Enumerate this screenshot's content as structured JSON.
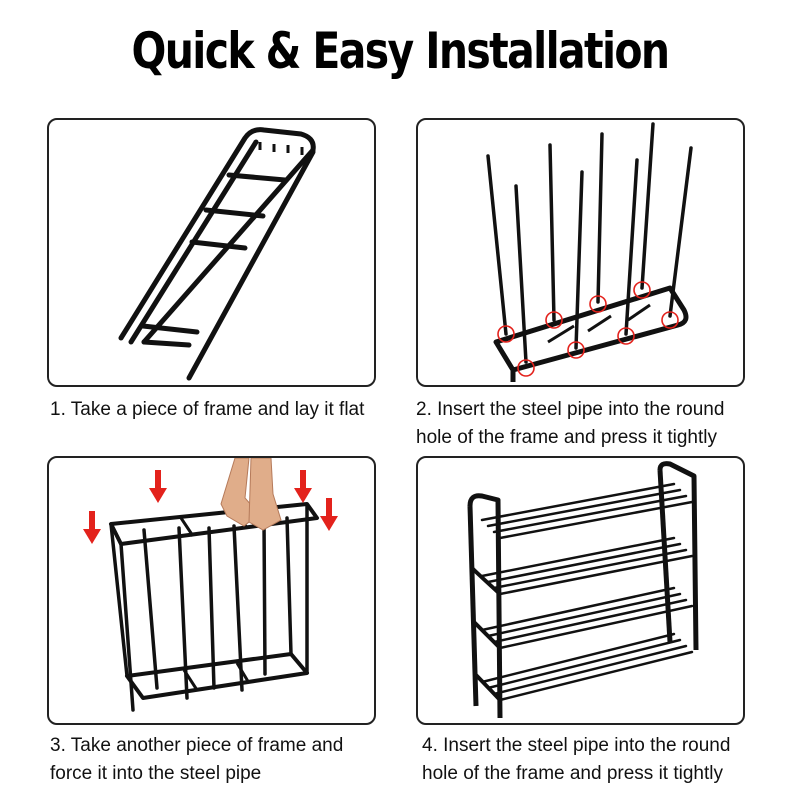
{
  "title": "Quick & Easy Installation",
  "steps": [
    {
      "lines": [
        "1. Take a piece of frame and lay it flat"
      ]
    },
    {
      "lines": [
        "2. Insert the steel pipe into the round",
        "hole of the frame and press it tightly"
      ]
    },
    {
      "lines": [
        "3. Take another piece of frame and",
        "force it into the steel pipe"
      ]
    },
    {
      "lines": [
        "4. Insert the steel pipe into the round",
        "hole of the frame and press it tightly"
      ]
    }
  ],
  "colors": {
    "frame": "#111111",
    "highlight": "#e3221c",
    "arrow": "#e3221c",
    "border": "#222222"
  }
}
